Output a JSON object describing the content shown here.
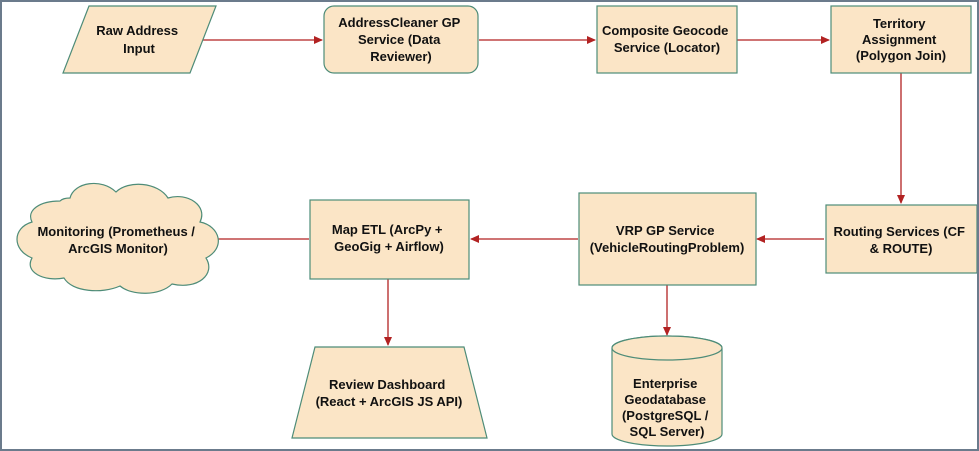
{
  "colors": {
    "node_fill": "#fbe5c6",
    "node_stroke": "#4e8c78",
    "arrow": "#b22222",
    "frame": "#6b7b8c"
  },
  "nodes": {
    "raw_address": {
      "lines": [
        "Raw Address",
        "Input"
      ]
    },
    "address_cleaner": {
      "lines": [
        "AddressCleaner GP",
        "Service (Data",
        "Reviewer)"
      ]
    },
    "composite_geocode": {
      "lines": [
        "Composite Geocode",
        "Service (Locator)"
      ]
    },
    "territory": {
      "lines": [
        "Territory",
        "Assignment",
        "(Polygon Join)"
      ]
    },
    "routing": {
      "lines": [
        "Routing Services (CF",
        "& ROUTE)"
      ]
    },
    "vrp": {
      "lines": [
        "VRP GP Service",
        "(VehicleRoutingProblem)"
      ]
    },
    "map_etl": {
      "lines": [
        "Map ETL (ArcPy +",
        "GeoGig + Airflow)"
      ]
    },
    "monitoring": {
      "lines": [
        "Monitoring (Prometheus /",
        "ArcGIS Monitor)"
      ]
    },
    "review_dashboard": {
      "lines": [
        "Review Dashboard",
        "(React + ArcGIS JS API)"
      ]
    },
    "geodatabase": {
      "lines": [
        "Enterprise",
        "Geodatabase",
        "(PostgreSQL /",
        "SQL Server)"
      ]
    }
  }
}
